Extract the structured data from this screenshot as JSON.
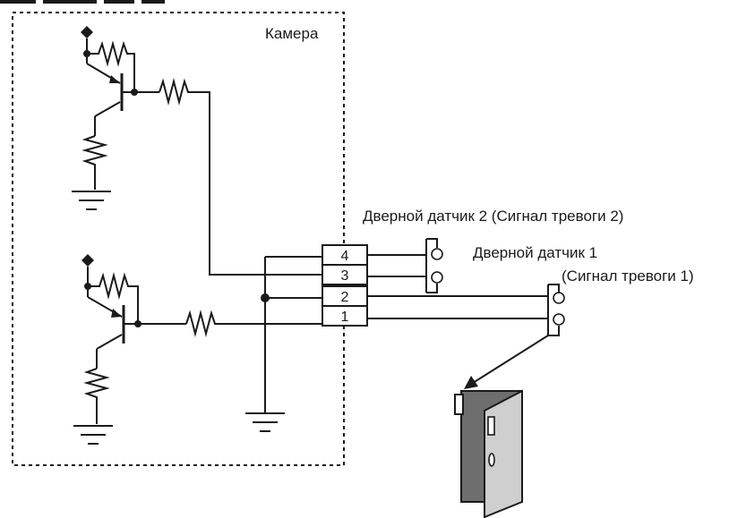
{
  "labels": {
    "camera": "Камера",
    "sensor2": "Дверной датчик 2 (Сигнал тревоги 2)",
    "sensor1_line1": "Дверной датчик 1",
    "sensor1_line2": "(Сигнал тревоги 1)"
  },
  "terminals": [
    {
      "label": "4"
    },
    {
      "label": "3"
    },
    {
      "label": "2"
    },
    {
      "label": "1"
    }
  ],
  "colors": {
    "line": "#1a1a1a",
    "door_front": "#cfcfcf",
    "door_dark": "#6e6e6e"
  }
}
